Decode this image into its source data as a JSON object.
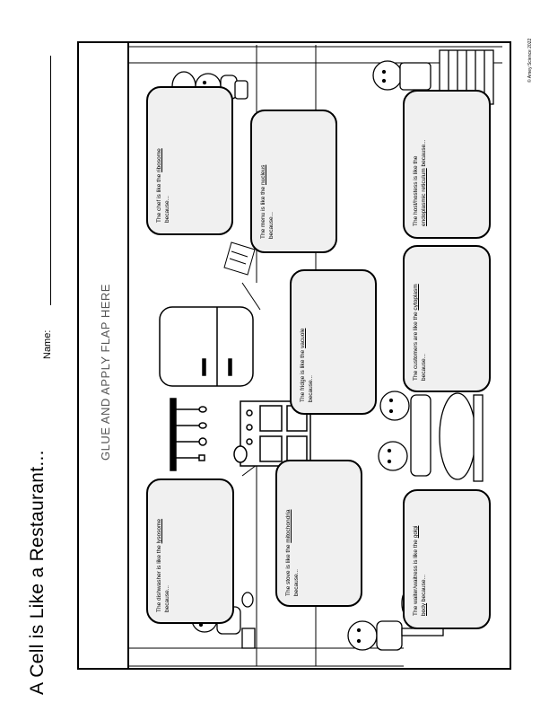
{
  "page": {
    "title": "A Cell is Like a Restaurant...",
    "name_label": "Name:",
    "copyright": "© Amey Science 2022",
    "glue_text": "GLUE AND APPLY FLAP HERE"
  },
  "cards": [
    {
      "before": "The chef is like the ",
      "term": "ribosome",
      "after": "",
      "line2": "because..."
    },
    {
      "before": "The menu is like the ",
      "term": "nucleus",
      "after": "",
      "line2": "because..."
    },
    {
      "before": "The host/hostess is like the ",
      "term": "",
      "after": "",
      "line2": "endoplasmic reticulum",
      "line3": "because..."
    },
    {
      "before": "The fridge is like the ",
      "term": "vacuole",
      "after": "",
      "line2": "because..."
    },
    {
      "before": "The customers are like the ",
      "term": "cytoplasm",
      "after": "",
      "line2": "because..."
    },
    {
      "before": "The dishwasher is like the ",
      "term": "lysosome",
      "after": "",
      "line2": "because..."
    },
    {
      "before": "The stove is like the ",
      "term": "mitochondria",
      "after": "",
      "line2": "because..."
    },
    {
      "before": "The waiter/waitress is like the ",
      "term": "golgi",
      "after": "",
      "line2": "body",
      "line3": "because..."
    }
  ]
}
